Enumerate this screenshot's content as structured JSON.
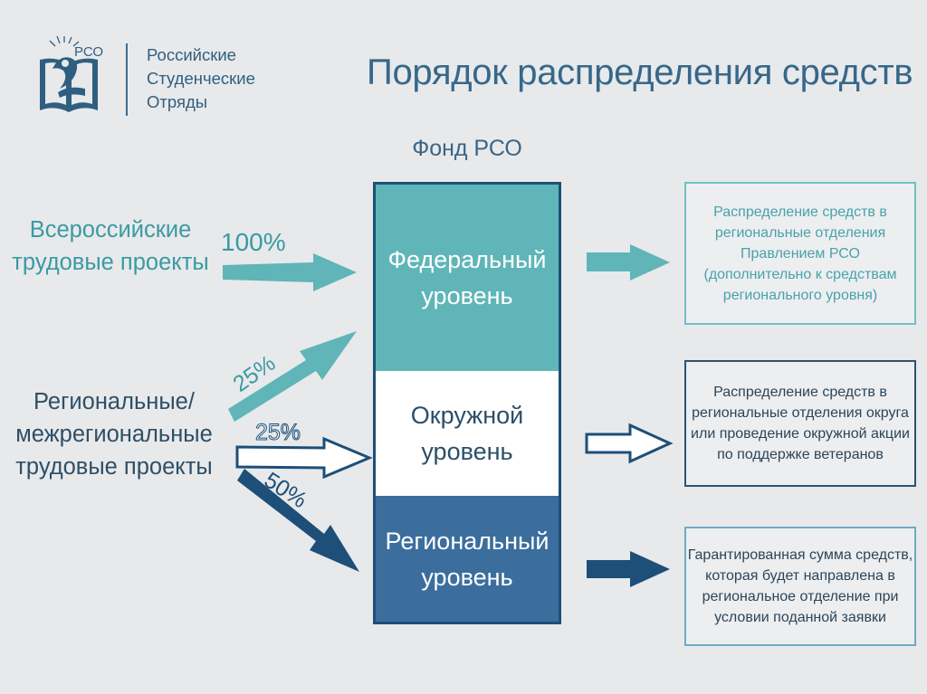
{
  "logo": {
    "abbr": "РСО",
    "org_lines": [
      "Российские",
      "Студенческие",
      "Отряды"
    ]
  },
  "title": "Порядок распределения средств",
  "fund_label": "Фонд РСО",
  "levels": {
    "federal": [
      "Федеральный",
      "уровень"
    ],
    "okrug": [
      "Окружной",
      "уровень"
    ],
    "regional": [
      "Региональный",
      "уровень"
    ]
  },
  "left": {
    "all_russian": [
      "Всероссийские",
      "трудовые проекты"
    ],
    "regional": [
      "Региональные/",
      "межрегиональные",
      "трудовые проекты"
    ]
  },
  "percentages": {
    "all_russian_federal": "100%",
    "regional_federal": "25%",
    "regional_okrug": "25%",
    "regional_regional": "50%"
  },
  "right_boxes": {
    "federal": [
      "Распределение средств в",
      "региональные отделения",
      "Правлением РСО",
      "(дополнительно к средствам",
      "регионального уровня)"
    ],
    "okrug": [
      "Распределение средств в",
      "региональные отделения округа",
      "или проведение окружной акции",
      "по поддержке ветеранов"
    ],
    "regional": [
      "Гарантированная сумма средств,",
      "которая будет направлена в",
      "региональное отделение при",
      "условии поданной заявки"
    ]
  },
  "colors": {
    "teal": "#5fb5b8",
    "navy": "#1d4f78",
    "blue": "#3b6e9d",
    "title": "#36688a"
  }
}
